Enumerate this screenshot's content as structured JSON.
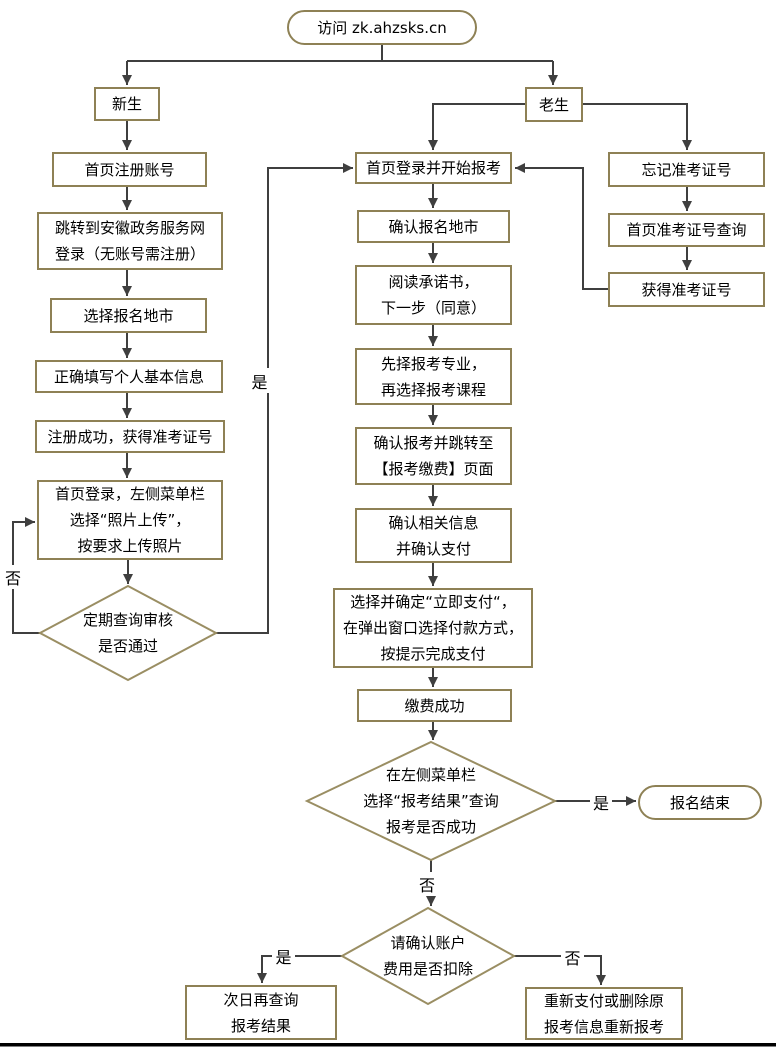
{
  "edge_labels": {
    "yes": "是",
    "no": "否"
  },
  "colors": {
    "node_border": "#8E8155",
    "diamond_border": "#9A8E63",
    "connector": "#3F3F3F",
    "text": "#000000",
    "background": "#FFFFFF",
    "bottom_rule": "#000000"
  },
  "nodes": {
    "start": {
      "lines": [
        "访问 zk.ahzsks.cn"
      ]
    },
    "new_student": {
      "lines": [
        "新生"
      ]
    },
    "old_student": {
      "lines": [
        "老生"
      ]
    },
    "register_account": {
      "lines": [
        "首页注册账号"
      ]
    },
    "gov_login": {
      "lines": [
        "跳转到安徽政务服务网",
        "登录（无账号需注册）"
      ]
    },
    "choose_city": {
      "lines": [
        "选择报名地市"
      ]
    },
    "fill_info": {
      "lines": [
        "正确填写个人基本信息"
      ]
    },
    "register_success": {
      "lines": [
        "注册成功，获得准考证号"
      ]
    },
    "upload_photo": {
      "lines": [
        "首页登录，左侧菜单栏",
        "选择“照片上传”，",
        "按要求上传照片"
      ]
    },
    "audit_check": {
      "lines": [
        "定期查询审核",
        "是否通过"
      ]
    },
    "login_apply": {
      "lines": [
        "首页登录并开始报考"
      ]
    },
    "confirm_city": {
      "lines": [
        "确认报名地市"
      ]
    },
    "read_promise": {
      "lines": [
        "阅读承诺书，",
        "下一步（同意）"
      ]
    },
    "choose_major": {
      "lines": [
        "先择报考专业，",
        "再选择报考课程"
      ]
    },
    "confirm_jump": {
      "lines": [
        "确认报考并跳转至",
        "【报考缴费】页面"
      ]
    },
    "confirm_pay": {
      "lines": [
        "确认相关信息",
        "并确认支付"
      ]
    },
    "do_pay": {
      "lines": [
        "选择并确定“立即支付“，",
        "在弹出窗口选择付款方式，",
        "按提示完成支付"
      ]
    },
    "pay_success": {
      "lines": [
        "缴费成功"
      ]
    },
    "result_check": {
      "lines": [
        "在左侧菜单栏",
        "选择“报考结果”查询",
        "报考是否成功"
      ]
    },
    "end": {
      "lines": [
        "报名结束"
      ]
    },
    "account_check": {
      "lines": [
        "请确认账户",
        "费用是否扣除"
      ]
    },
    "next_day": {
      "lines": [
        "次日再查询",
        "报考结果"
      ]
    },
    "repay": {
      "lines": [
        "重新支付或删除原",
        "报考信息重新报考"
      ]
    },
    "forgot_id": {
      "lines": [
        "忘记准考证号"
      ]
    },
    "query_id": {
      "lines": [
        "首页准考证号查询"
      ]
    },
    "get_id": {
      "lines": [
        "获得准考证号"
      ]
    }
  }
}
